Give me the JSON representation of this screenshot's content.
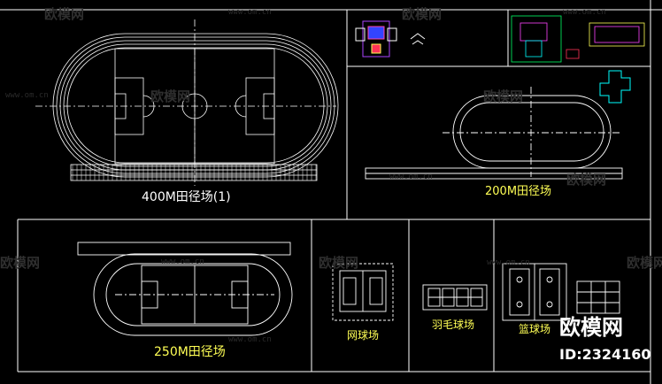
{
  "labels": {
    "track_400": "400M田径场(1)",
    "track_200": "200M田径场",
    "track_250": "250M田径场",
    "tennis": "网球场",
    "badminton": "羽毛球场",
    "basketball": "篮球场",
    "brand": "欧模网",
    "id_text": "ID:2324160"
  },
  "watermark": {
    "text": "欧模网",
    "url": "www.om.cn"
  },
  "colors": {
    "background": "#000000",
    "lines": "#ffffff",
    "label_white": "#ffffff",
    "label_yellow": "#ffff55",
    "thumb_cyan": "#00ffff"
  }
}
